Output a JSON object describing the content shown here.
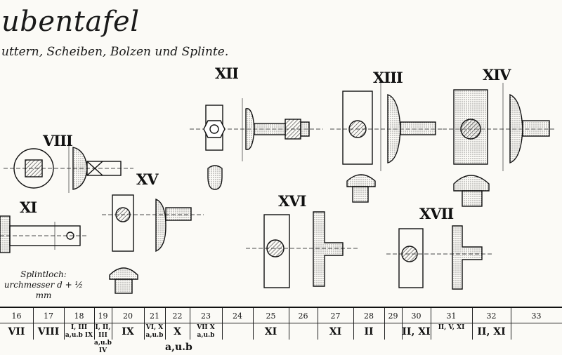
{
  "title": "ubentafel",
  "subtitle": "uttern, Scheiben, Bolzen und Splinte.",
  "figures": [
    {
      "label": "XII"
    },
    {
      "label": "XIII"
    },
    {
      "label": "XIV"
    },
    {
      "label": "VIII"
    },
    {
      "label": "XV"
    },
    {
      "label": "XI"
    },
    {
      "label": "XVI"
    },
    {
      "label": "XVII"
    }
  ],
  "note": {
    "line1": "Splintloch:",
    "line2": "urchmesser d + ½ mm"
  },
  "table": {
    "headers": [
      "16",
      "17",
      "18",
      "19",
      "20",
      "21",
      "22",
      "23",
      "24",
      "25",
      "26",
      "27",
      "28",
      "29",
      "30",
      "31",
      "32",
      "33"
    ],
    "values": [
      "VII",
      "VIII",
      "I, III a,u.b IX",
      "I, II, III a,u.b IV",
      "IX",
      "VI, X a,u.b",
      "X a,u.b",
      "VII X a,u.b",
      "",
      "XI",
      "",
      "XI",
      "II",
      "",
      "II, XI",
      "II, V, XI",
      "II, XI",
      ""
    ]
  },
  "colors": {
    "ink": "#111111",
    "paper": "#fbfaf6",
    "hatch": "#333333"
  }
}
